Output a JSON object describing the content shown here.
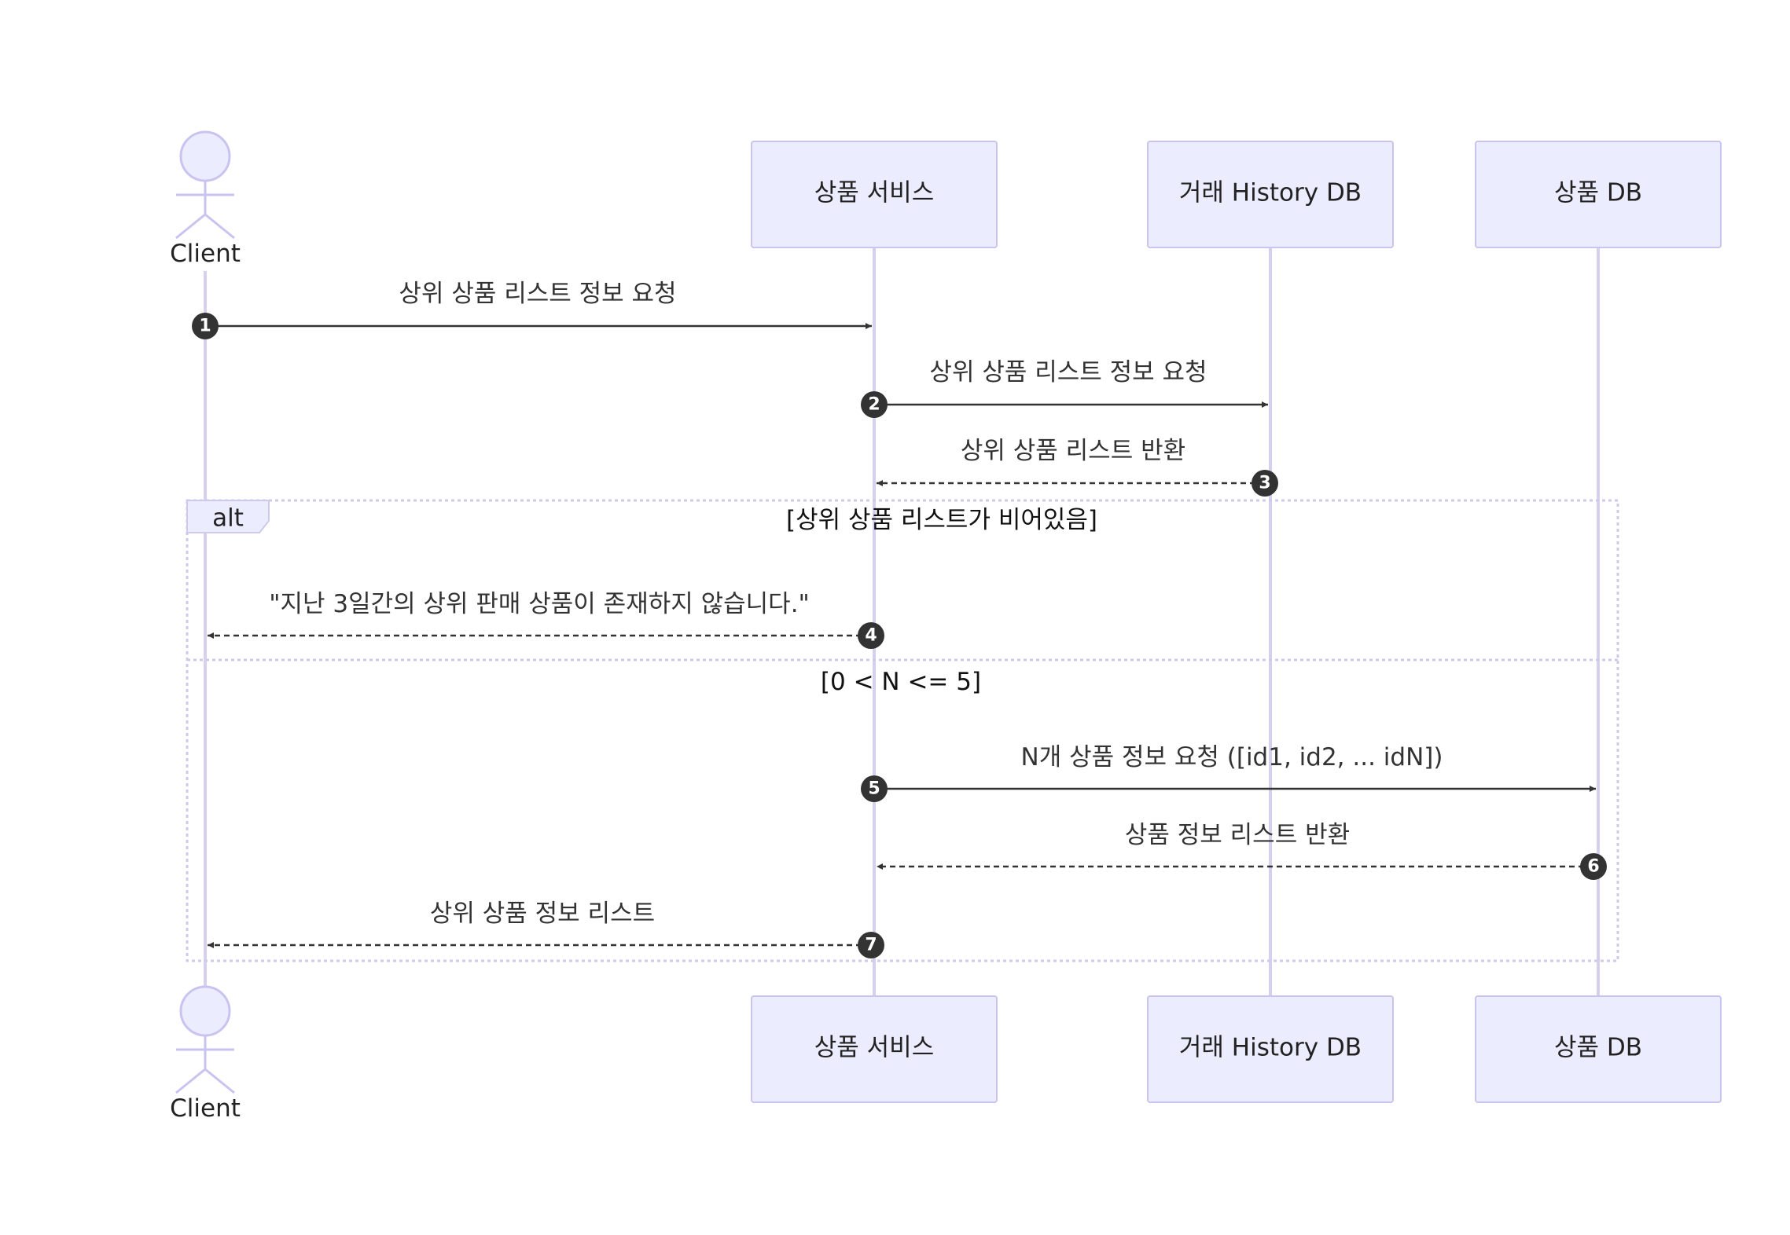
{
  "participants": {
    "client": "Client",
    "service": "상품 서비스",
    "history_db": "거래 History DB",
    "product_db": "상품 DB"
  },
  "messages": [
    {
      "num": "1",
      "label": "상위 상품 리스트 정보 요청"
    },
    {
      "num": "2",
      "label": "상위 상품 리스트 정보 요청"
    },
    {
      "num": "3",
      "label": "상위 상품 리스트 반환"
    },
    {
      "num": "4",
      "label": "\"지난 3일간의 상위 판매 상품이 존재하지 않습니다.\""
    },
    {
      "num": "5",
      "label": "N개 상품 정보 요청 ([id1, id2, ... idN])"
    },
    {
      "num": "6",
      "label": "상품 정보 리스트 반환"
    },
    {
      "num": "7",
      "label": "상위 상품 정보 리스트"
    }
  ],
  "alt_frame": {
    "tag": "alt",
    "condition_1": "[상위 상품 리스트가 비어있음]",
    "condition_2": "[0 < N <= 5]"
  }
}
